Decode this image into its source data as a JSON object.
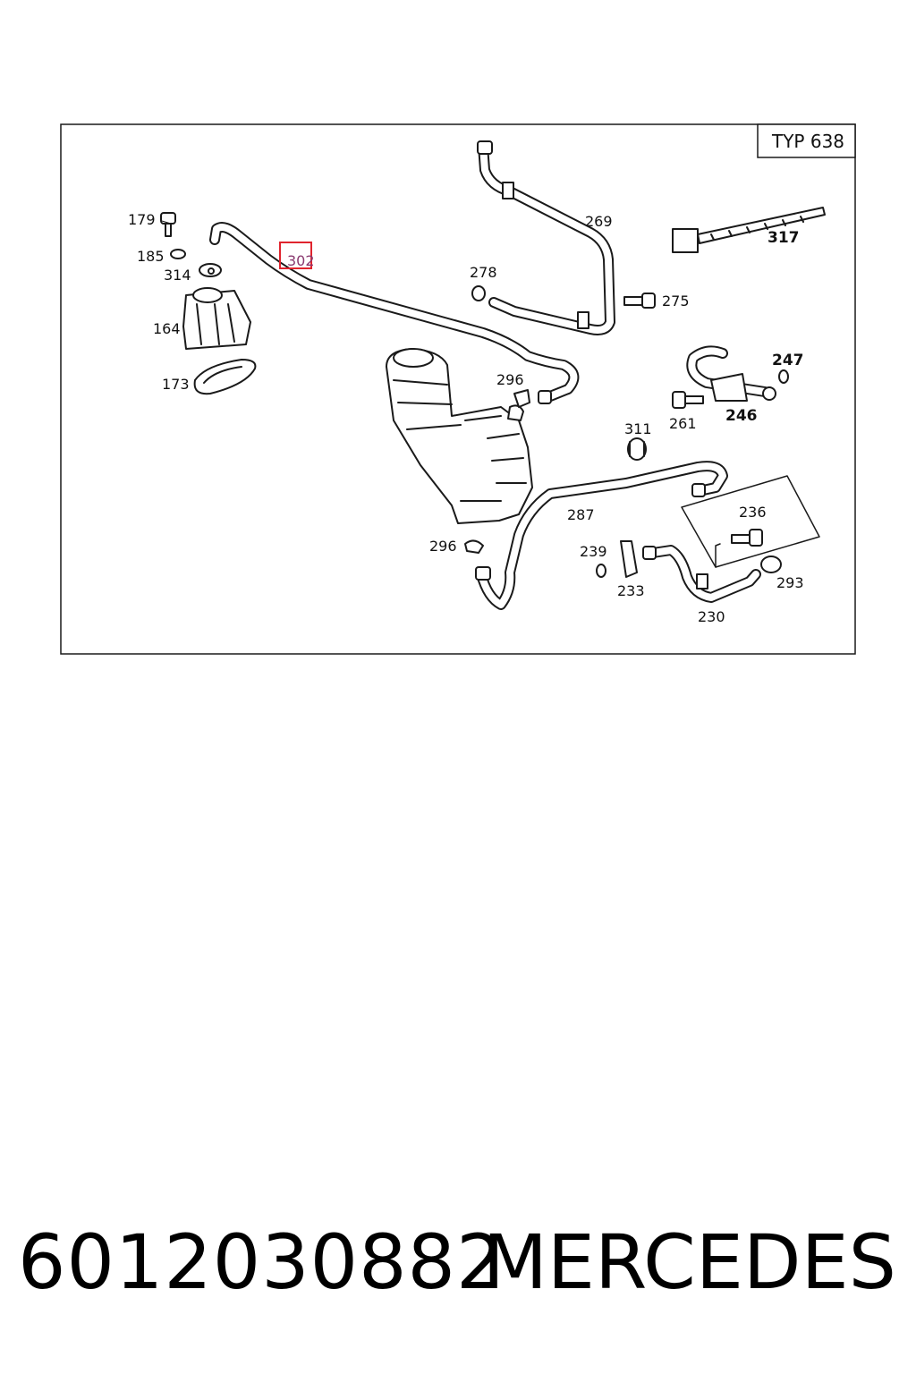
{
  "diagram": {
    "type_box": "TYP 638",
    "highlight_color": "#e0242e",
    "labels": {
      "l179": "179",
      "l185": "185",
      "l314": "314",
      "l164": "164",
      "l173": "173",
      "l302": "302",
      "l269": "269",
      "l278": "278",
      "l275": "275",
      "l317": "317",
      "l296a": "296",
      "l247": "247",
      "l246": "246",
      "l261": "261",
      "l311": "311",
      "l287": "287",
      "l236": "236",
      "l296b": "296",
      "l239": "239",
      "l233": "233",
      "l293": "293",
      "l230": "230"
    }
  },
  "caption": {
    "part_number": "6012030882",
    "brand": "MERCEDES"
  }
}
